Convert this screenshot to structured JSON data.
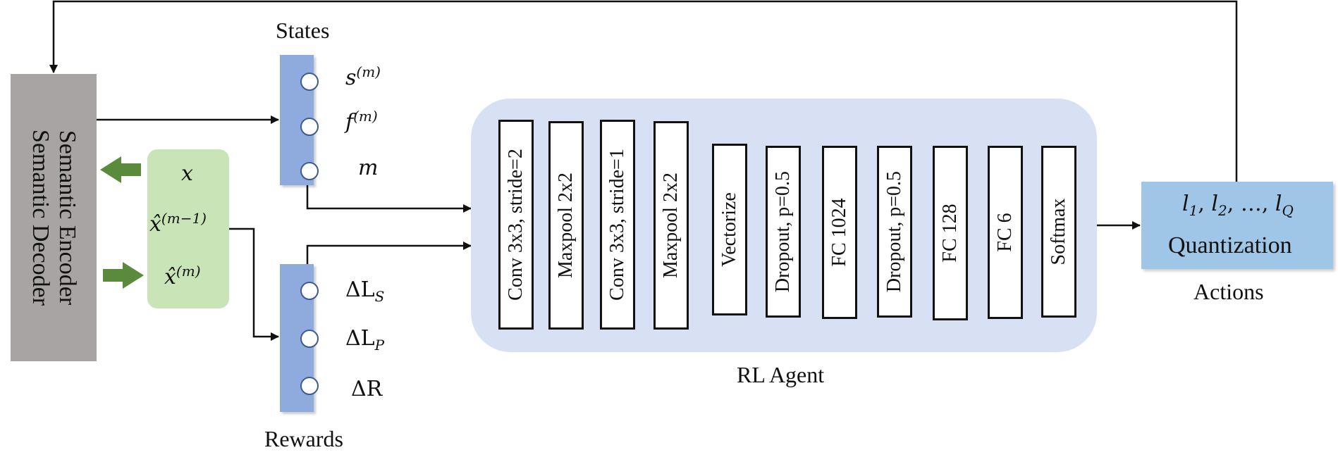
{
  "encoder": {
    "line1": "Semantic Encoder",
    "line2": "Semantic Decoder"
  },
  "inputs": {
    "x": "x",
    "x_prev": "x̂",
    "x_prev_sup": "(m−1)",
    "x_curr": "x̂",
    "x_curr_sup": "(m)"
  },
  "states": {
    "title": "States",
    "s": "s",
    "s_sup": "(m)",
    "f": "f",
    "f_sup": "(m)",
    "m": "m"
  },
  "rewards": {
    "title": "Rewards",
    "r1": "ΔL",
    "r1_sub": "S",
    "r2": "ΔL",
    "r2_sub": "P",
    "r3": "ΔR"
  },
  "agent": {
    "label": "RL Agent",
    "layers": [
      "Conv 3x3, stride=2",
      "Maxpool 2x2",
      "Conv 3x3, stride=1",
      "Maxpool 2x2",
      "Vectorize",
      "Dropout, p=0.5",
      "FC  1024",
      "Dropout, p=0.5",
      "FC  128",
      "FC  6",
      "Softmax"
    ]
  },
  "actions": {
    "formula": "l₁, l₂, …, l_Q",
    "l1": "l",
    "l1_sub": "1",
    "l2": "l",
    "l2_sub": "2",
    "dots": "…",
    "lq": "l",
    "lq_sub": "Q",
    "quantization": "Quantization",
    "title": "Actions"
  },
  "colors": {
    "encoder": "#a8a4a4",
    "green": "#c9e5b8",
    "arrow_green": "#5a8a3c",
    "column": "#8fabde",
    "agent_bg": "#d8e1f3",
    "quant": "#9fc6e6"
  }
}
